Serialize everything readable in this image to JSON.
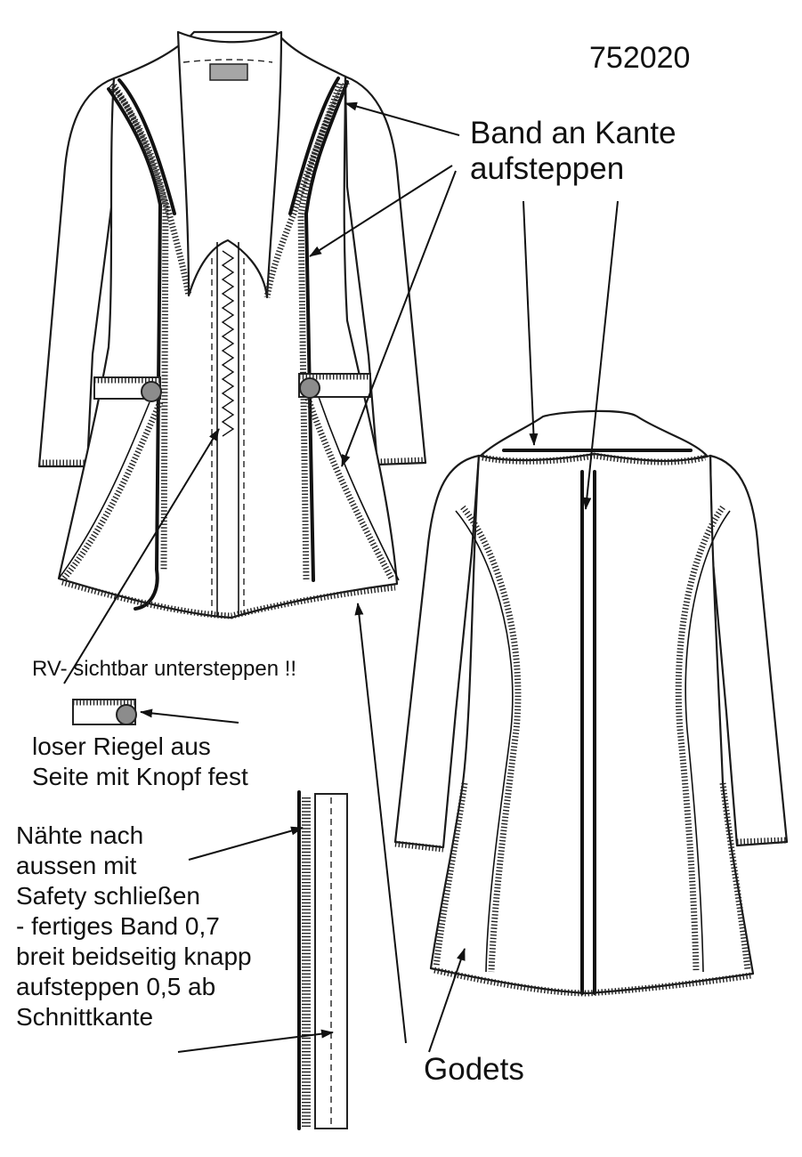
{
  "sheet": {
    "style_number": "752020",
    "labels": {
      "band": [
        "Band an Kante",
        "aufsteppen"
      ],
      "zipper": "RV- sichtbar untersteppen !!",
      "tab": [
        "loser Riegel aus",
        "Seite mit Knopf fest"
      ],
      "seams": [
        "Nähte nach",
        "aussen mit",
        "Safety schließen",
        "- fertiges Band 0,7",
        "breit beidseitig knapp",
        "aufsteppen 0,5 ab",
        "Schnittkante"
      ],
      "godets": "Godets"
    }
  },
  "colors": {
    "line": "#111111",
    "button": "#8c8c8c",
    "label_patch": "#a6a6a6",
    "paper": "#ffffff"
  },
  "icons": {
    "button": "button-icon",
    "arrow": "arrow-icon"
  }
}
